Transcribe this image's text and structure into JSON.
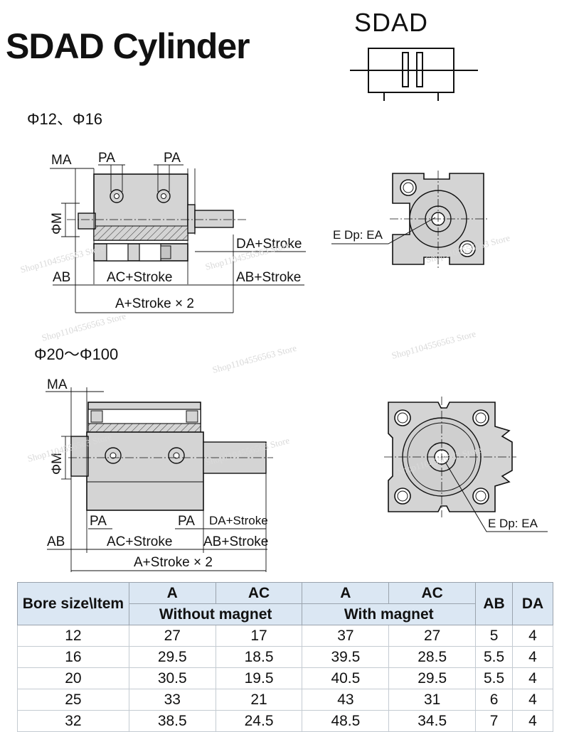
{
  "title": "SDAD Cylinder",
  "symbol_label": "SDAD",
  "section1_label": "Φ12、Φ16",
  "section2_label": "Φ20～Φ100",
  "dims_top": {
    "ma": "MA",
    "pa1": "PA",
    "pa2": "PA",
    "phi_m": "ΦM",
    "da_stroke": "DA+Stroke",
    "ab": "AB",
    "ac_stroke": "AC+Stroke",
    "ab_stroke": "AB+Stroke",
    "a_stroke": "A+Stroke × 2",
    "e_dp": "E Dp: EA"
  },
  "dims_bottom": {
    "ma": "MA",
    "phi_m": "ΦM",
    "pa1": "PA",
    "pa2": "PA",
    "da_stroke": "DA+Stroke",
    "ab": "AB",
    "ac_stroke": "AC+Stroke",
    "ab_stroke": "AB+Stroke",
    "a_stroke": "A+Stroke × 2",
    "e_dp": "E Dp: EA"
  },
  "watermark": "Shop1104556563 Store",
  "table": {
    "corner": "Bore size\\Item",
    "col_a1": "A",
    "col_ac1": "AC",
    "col_a2": "A",
    "col_ac2": "AC",
    "col_ab": "AB",
    "col_da": "DA",
    "group_without": "Without magnet",
    "group_with": "With magnet",
    "rows": [
      [
        "12",
        "27",
        "17",
        "37",
        "27",
        "5",
        "4"
      ],
      [
        "16",
        "29.5",
        "18.5",
        "39.5",
        "28.5",
        "5.5",
        "4"
      ],
      [
        "20",
        "30.5",
        "19.5",
        "40.5",
        "29.5",
        "5.5",
        "4"
      ],
      [
        "25",
        "33",
        "21",
        "43",
        "31",
        "6",
        "4"
      ],
      [
        "32",
        "38.5",
        "24.5",
        "48.5",
        "34.5",
        "7",
        "4"
      ]
    ]
  },
  "colors": {
    "header_bg": "#dbe7f3",
    "drawing_fill": "#d4d4d4"
  }
}
